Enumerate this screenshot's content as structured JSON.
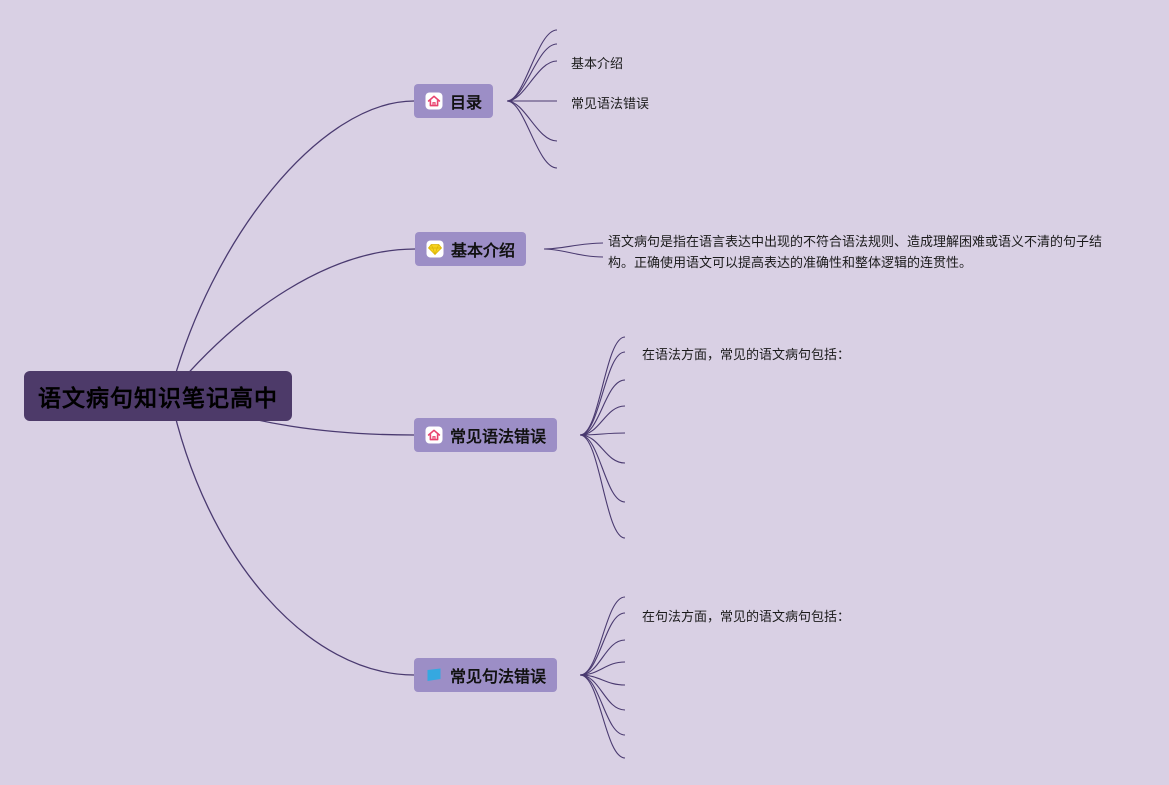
{
  "canvas": {
    "background_color": "#d9d0e4",
    "line_color": "#4a3a70",
    "node_bg_color": "#9c8ec6",
    "root_bg_color": "#4d3a69"
  },
  "root": {
    "label": "语文病句知识笔记高中"
  },
  "branches": [
    {
      "label": "目录",
      "icon": "home-icon",
      "children": [
        {
          "label": "基本介绍"
        },
        {
          "label": "常见语法错误"
        }
      ]
    },
    {
      "label": "基本介绍",
      "icon": "gem-icon",
      "children": [
        {
          "label": "语文病句是指在语言表达中出现的不符合语法规则、造成理解困难或语义不清的句子结构。正确使用语文可以提高表达的准确性和整体逻辑的连贯性。"
        }
      ]
    },
    {
      "label": "常见语法错误",
      "icon": "home-icon",
      "children": [
        {
          "label": "在语法方面，常见的语文病句包括："
        }
      ]
    },
    {
      "label": "常见句法错误",
      "icon": "blue-square-icon",
      "children": [
        {
          "label": "在句法方面，常见的语文病句包括："
        }
      ]
    }
  ]
}
